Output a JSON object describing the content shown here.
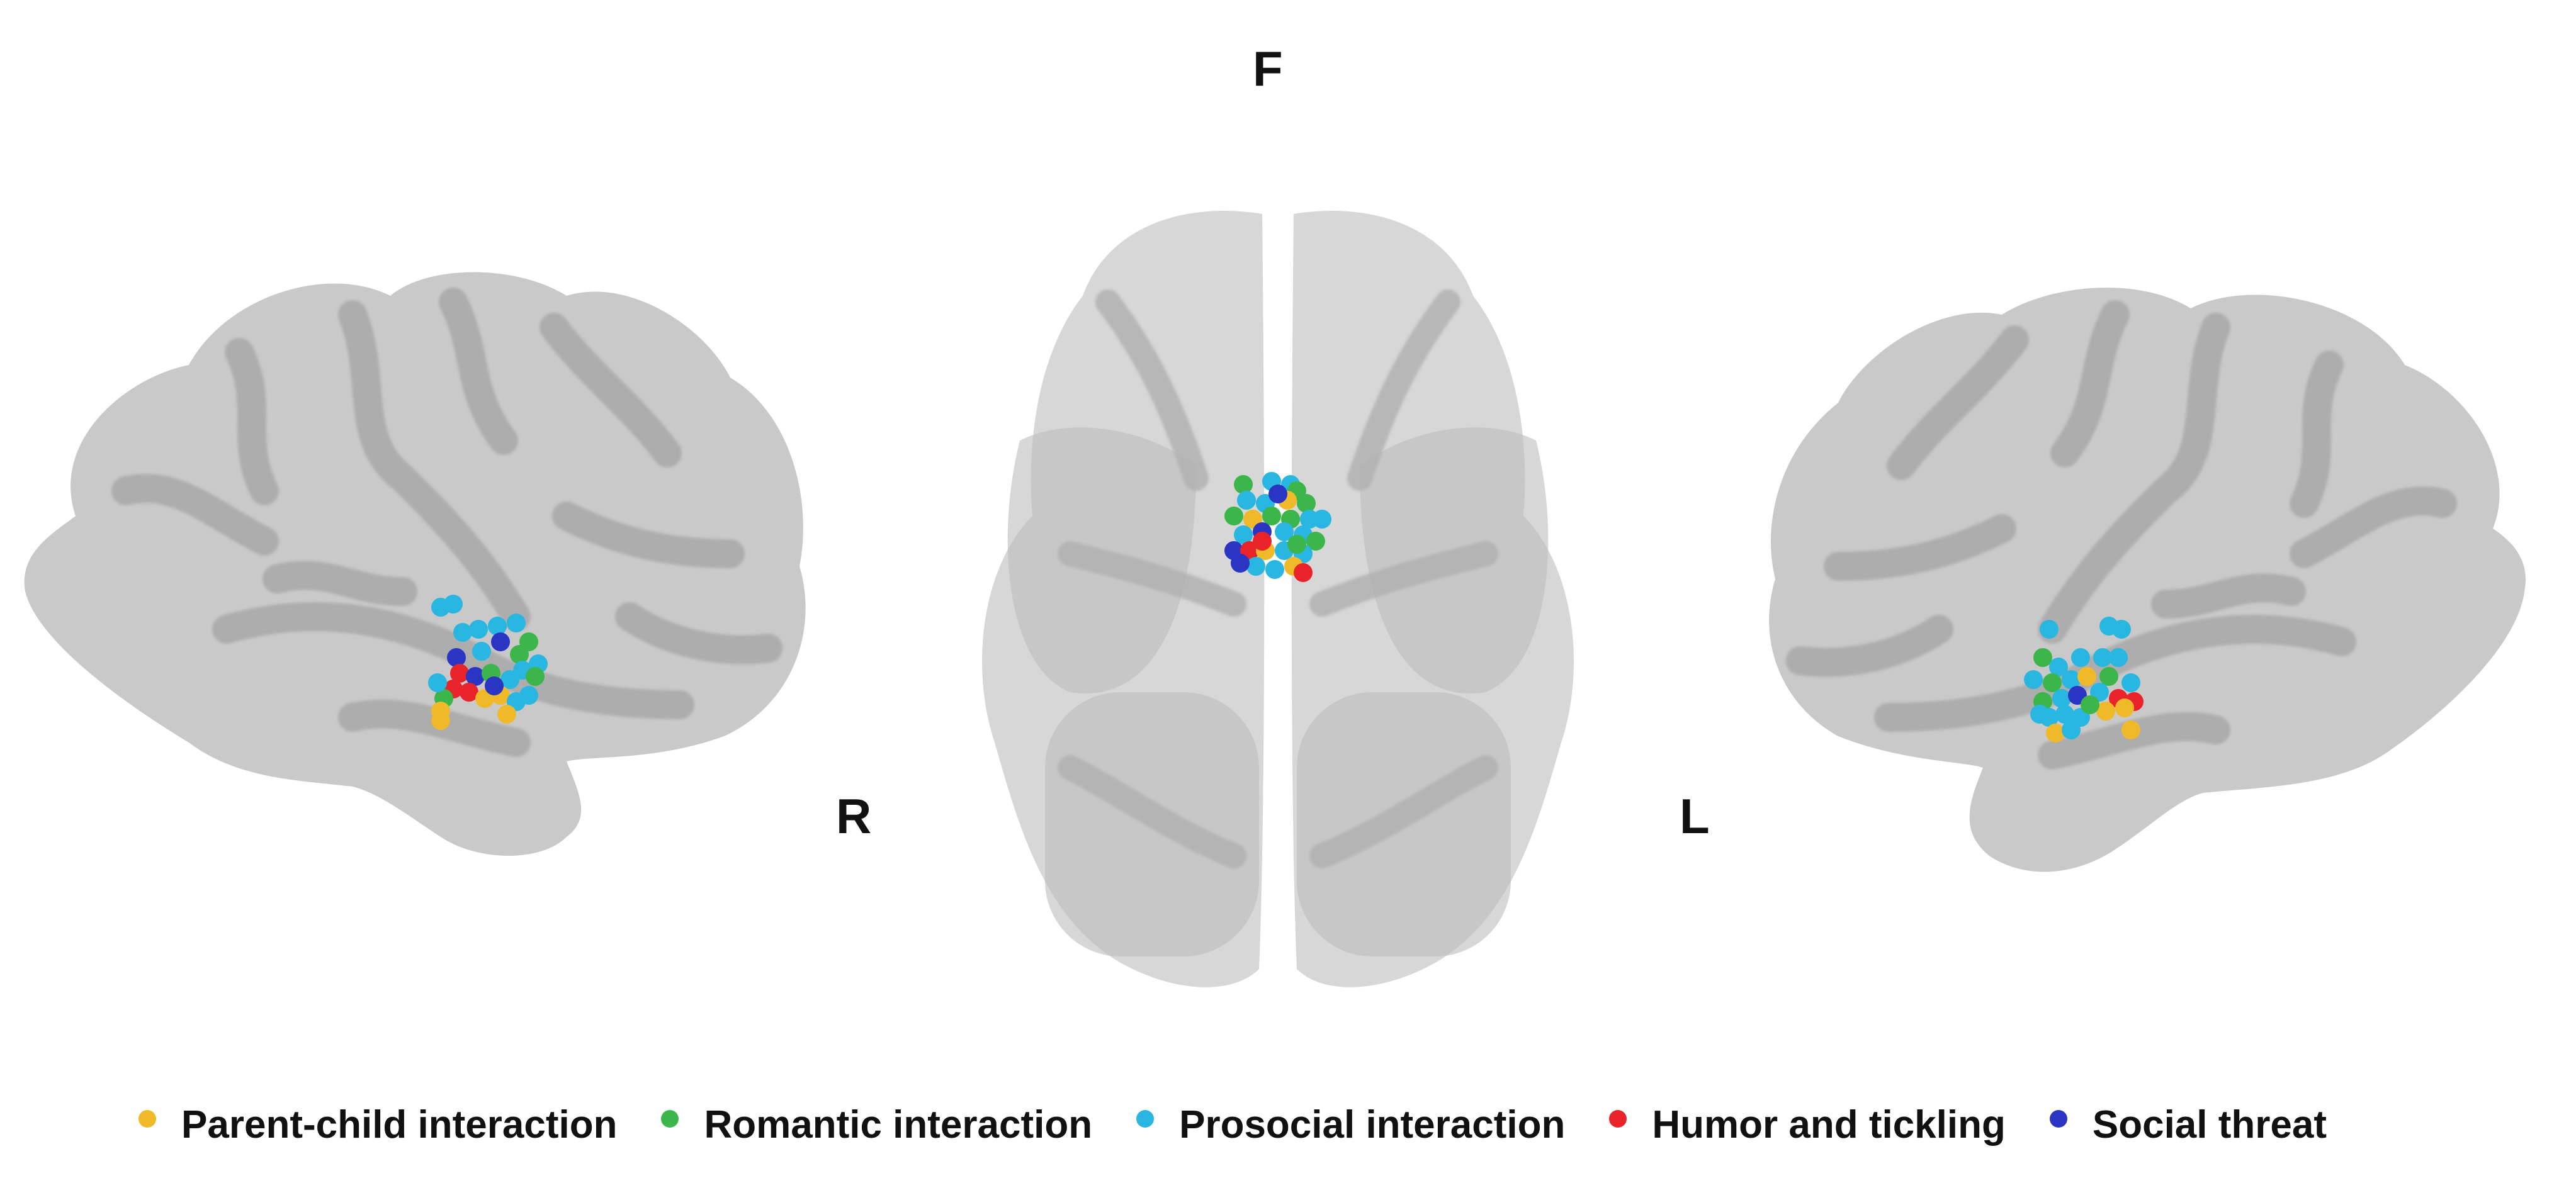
{
  "orientation_labels": {
    "front": "F",
    "right": "R",
    "left": "L"
  },
  "legend": [
    {
      "key": "parent",
      "label": "Parent-child interaction",
      "color": "#f0b929"
    },
    {
      "key": "romantic",
      "label": "Romantic interaction",
      "color": "#3cb54a"
    },
    {
      "key": "prosocial",
      "label": "Prosocial interaction",
      "color": "#29b6e0"
    },
    {
      "key": "humor",
      "label": "Humor and tickling",
      "color": "#e8242a"
    },
    {
      "key": "threat",
      "label": "Social threat",
      "color": "#2a35c4"
    }
  ],
  "brain_views": [
    {
      "name": "right-lateral",
      "icon": "brain-right-lateral-icon"
    },
    {
      "name": "dorsal",
      "icon": "brain-dorsal-icon"
    },
    {
      "name": "left-lateral",
      "icon": "brain-left-lateral-icon"
    }
  ],
  "colors": {
    "brain_fill": "#c9c9c9",
    "brain_sulci": "#a9a9a9",
    "text": "#111111"
  }
}
